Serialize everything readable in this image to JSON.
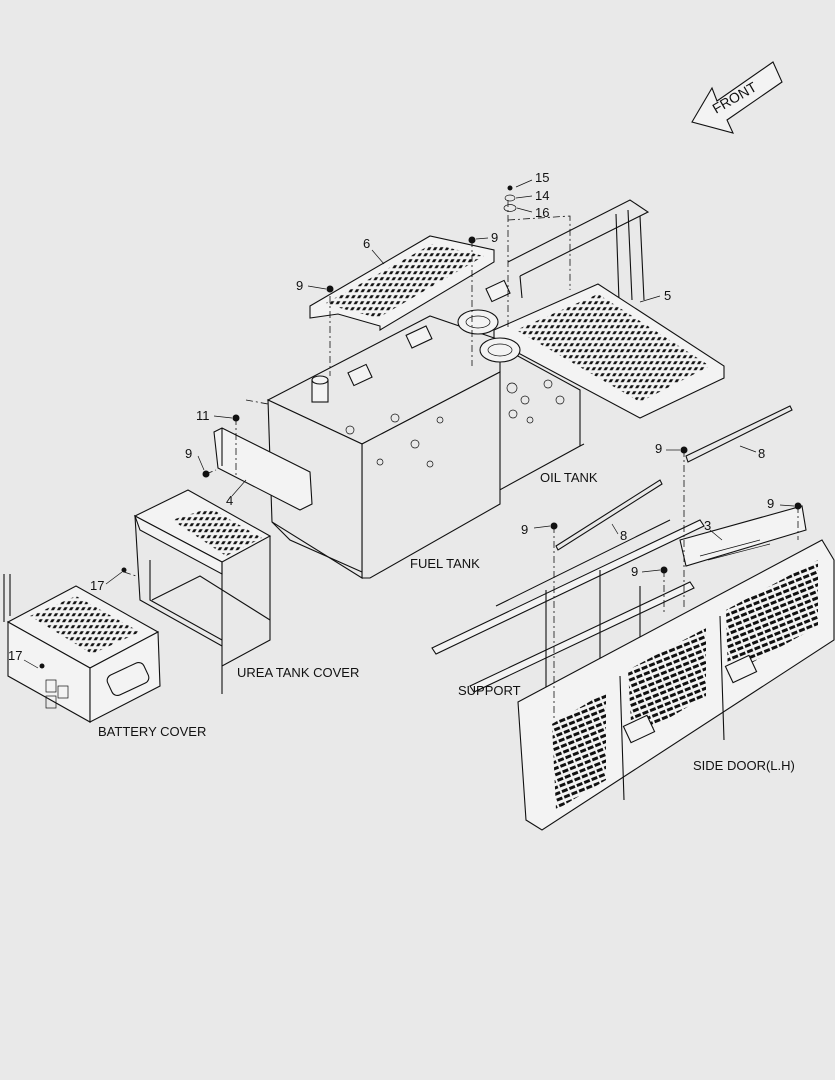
{
  "labels": {
    "front": "FRONT",
    "oil_tank": "OIL TANK",
    "fuel_tank": "FUEL TANK",
    "urea_tank_cover": "UREA TANK COVER",
    "battery_cover": "BATTERY COVER",
    "support": "SUPPORT",
    "side_door": "SIDE DOOR(L.H)"
  },
  "callouts": {
    "c15": "15",
    "c14": "14",
    "c16": "16",
    "c6": "6",
    "c9a": "9",
    "c9b": "9",
    "c5": "5",
    "c11": "11",
    "c9c": "9",
    "c4": "4",
    "c9d": "9",
    "c8a": "8",
    "c9e": "9",
    "c3": "3",
    "c9f": "9",
    "c8b": "8",
    "c9g": "9",
    "c17a": "17",
    "c17b": "17"
  }
}
